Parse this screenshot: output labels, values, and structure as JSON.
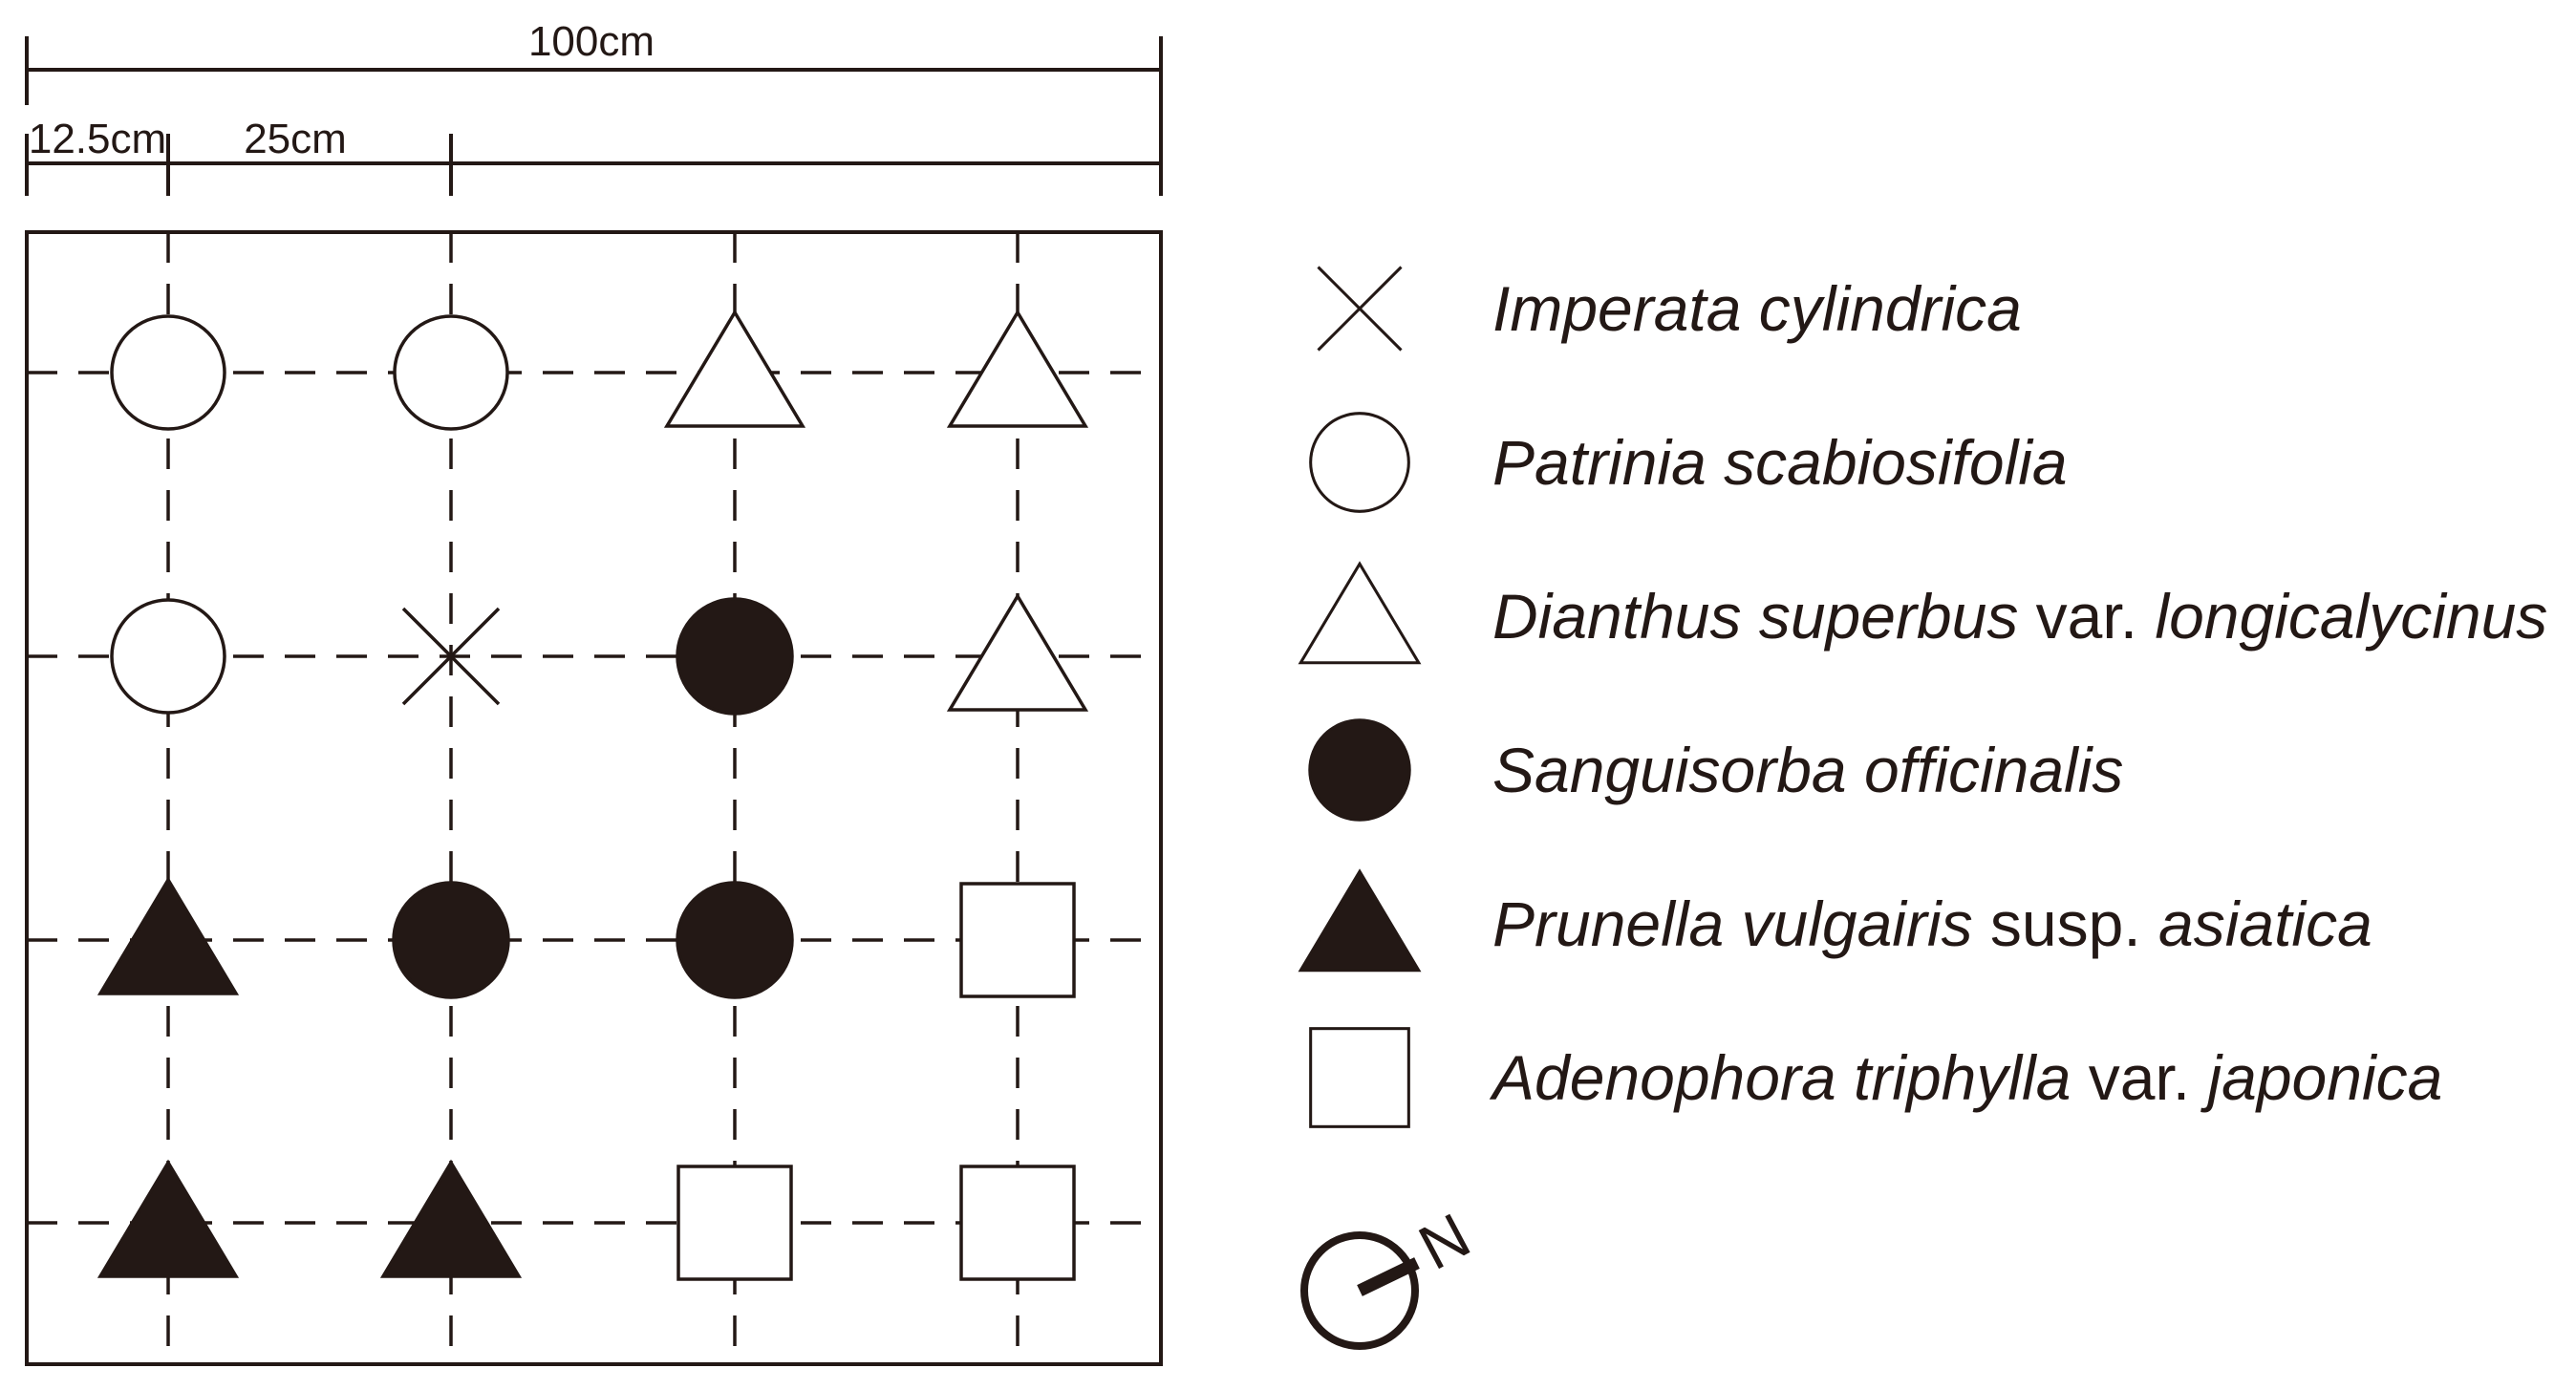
{
  "dimensions": {
    "total": "100cm",
    "half_spacing": "12.5cm",
    "spacing": "25cm"
  },
  "colors": {
    "ink": "#231815",
    "paper": "#ffffff"
  },
  "plot": {
    "rows": [
      [
        "patrinia",
        "patrinia",
        "dianthus",
        "dianthus"
      ],
      [
        "patrinia",
        "imperata",
        "sanguisorba",
        "dianthus"
      ],
      [
        "prunella",
        "sanguisorba",
        "sanguisorba",
        "adenophora"
      ],
      [
        "prunella",
        "prunella",
        "adenophora",
        "adenophora"
      ]
    ]
  },
  "legend": [
    {
      "key": "imperata",
      "icon": "cross-icon",
      "parts": [
        {
          "text": "Imperata cylindrica",
          "italic": true
        }
      ]
    },
    {
      "key": "patrinia",
      "icon": "open-circle-icon",
      "parts": [
        {
          "text": "Patrinia scabiosifolia",
          "italic": true
        }
      ]
    },
    {
      "key": "dianthus",
      "icon": "open-triangle-icon",
      "parts": [
        {
          "text": "Dianthus superbus",
          "italic": true
        },
        {
          "text": " var. ",
          "italic": false
        },
        {
          "text": "longicalycinus",
          "italic": true
        }
      ]
    },
    {
      "key": "sanguisorba",
      "icon": "filled-circle-icon",
      "parts": [
        {
          "text": "Sanguisorba officinalis",
          "italic": true
        }
      ]
    },
    {
      "key": "prunella",
      "icon": "filled-triangle-icon",
      "parts": [
        {
          "text": "Prunella vulgairis",
          "italic": true
        },
        {
          "text": " susp. ",
          "italic": false
        },
        {
          "text": "asiatica",
          "italic": true
        }
      ]
    },
    {
      "key": "adenophora",
      "icon": "open-square-icon",
      "parts": [
        {
          "text": "Adenophora triphylla",
          "italic": true
        },
        {
          "text": " var. ",
          "italic": false
        },
        {
          "text": "japonica",
          "italic": true
        }
      ]
    }
  ],
  "north": {
    "label": "N",
    "icon": "north-arrow-icon"
  }
}
